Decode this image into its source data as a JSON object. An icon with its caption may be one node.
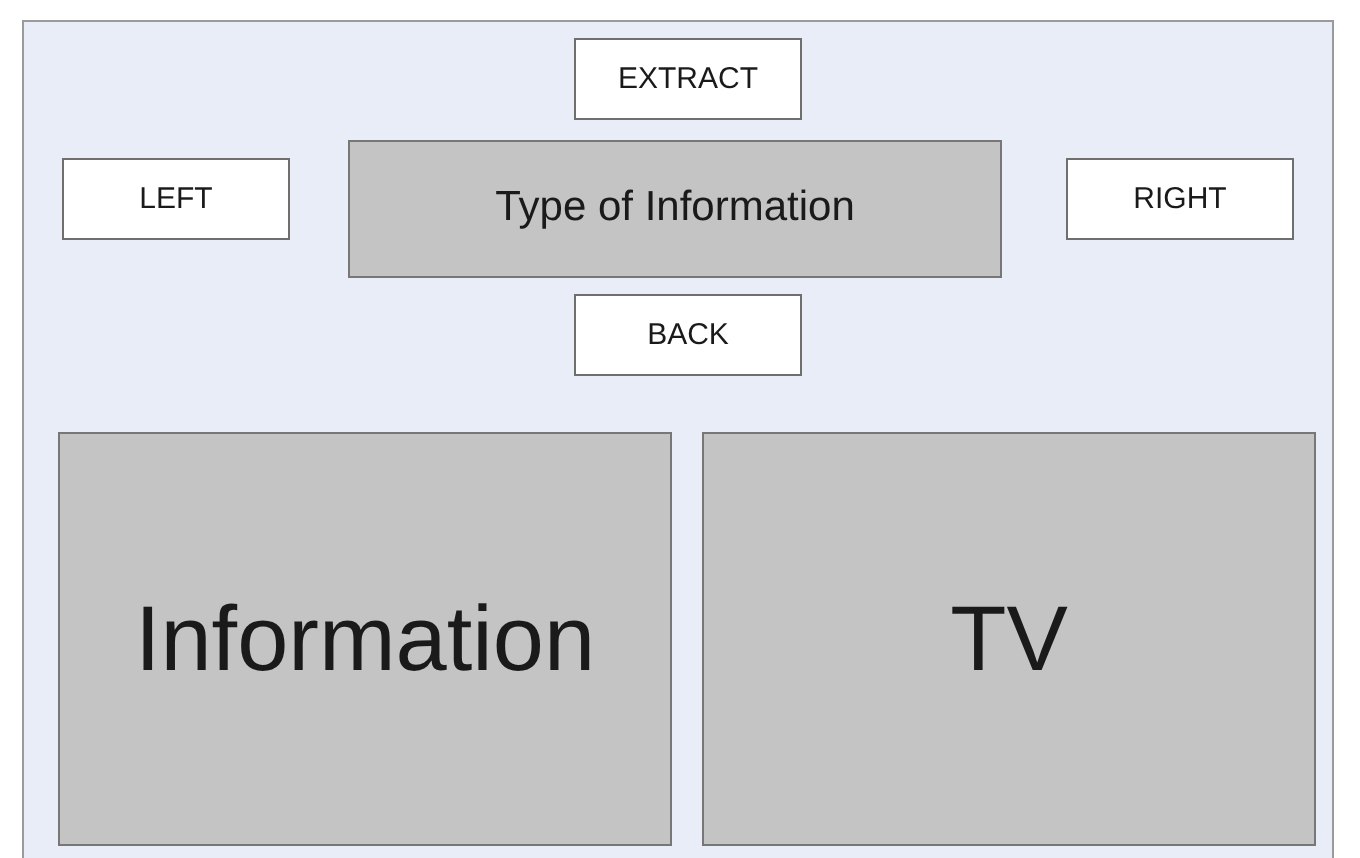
{
  "diagram": {
    "nodes": [
      {
        "text": [
          "EXTRACT"
        ]
      },
      {
        "text": [
          "LEFT"
        ]
      },
      {
        "text": [
          "Type of Information"
        ]
      },
      {
        "text": [
          "RIGHT"
        ]
      },
      {
        "text": [
          "BACK"
        ]
      },
      {
        "text": [
          "Information"
        ]
      },
      {
        "text": [
          "TV"
        ]
      }
    ]
  }
}
